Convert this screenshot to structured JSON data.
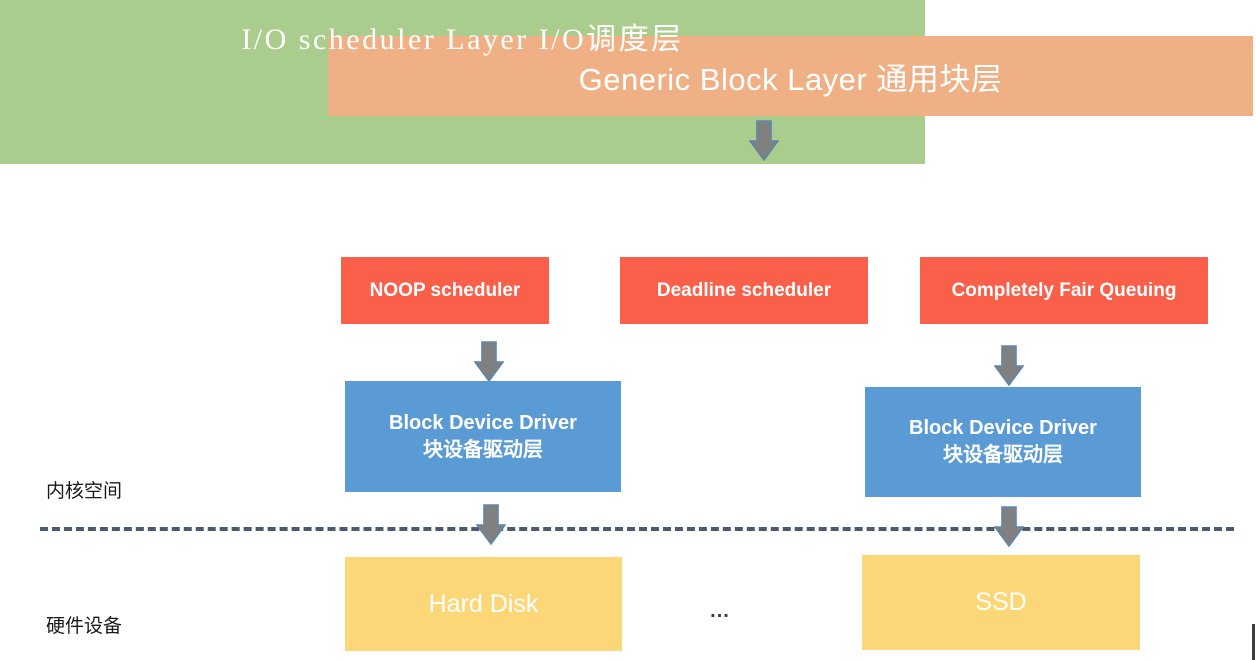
{
  "diagram": {
    "title": "Linux Block I/O Stack",
    "colors": {
      "generic_block_layer": "#f0b085",
      "io_scheduler_layer": "#aacd8d",
      "scheduler_chip": "#fa5f4a",
      "block_device_driver": "#5b9bd5",
      "hardware_device": "#fcd778",
      "arrow_fill": "#808080",
      "arrow_stroke": "#5b87ad",
      "divider": "#4a5a72",
      "label_text": "#1a1a1a"
    },
    "layers": {
      "generic_block_layer": {
        "label": "Generic Block Layer 通用块层"
      },
      "io_scheduler_layer": {
        "label": "I/O scheduler Layer I/O调度层",
        "schedulers": [
          {
            "label": "NOOP scheduler"
          },
          {
            "label": "Deadline scheduler"
          },
          {
            "label": "Completely Fair Queuing"
          }
        ]
      },
      "block_device_drivers": [
        {
          "label_en": "Block Device Driver",
          "label_cn": "块设备驱动层"
        },
        {
          "label_en": "Block Device Driver",
          "label_cn": "块设备驱动层"
        }
      ],
      "hardware_devices": [
        {
          "label": "Hard Disk"
        },
        {
          "label": "SSD"
        }
      ],
      "device_ellipsis": "..."
    },
    "side_labels": {
      "kernel_space": "内核空间",
      "hardware": "硬件设备"
    }
  }
}
